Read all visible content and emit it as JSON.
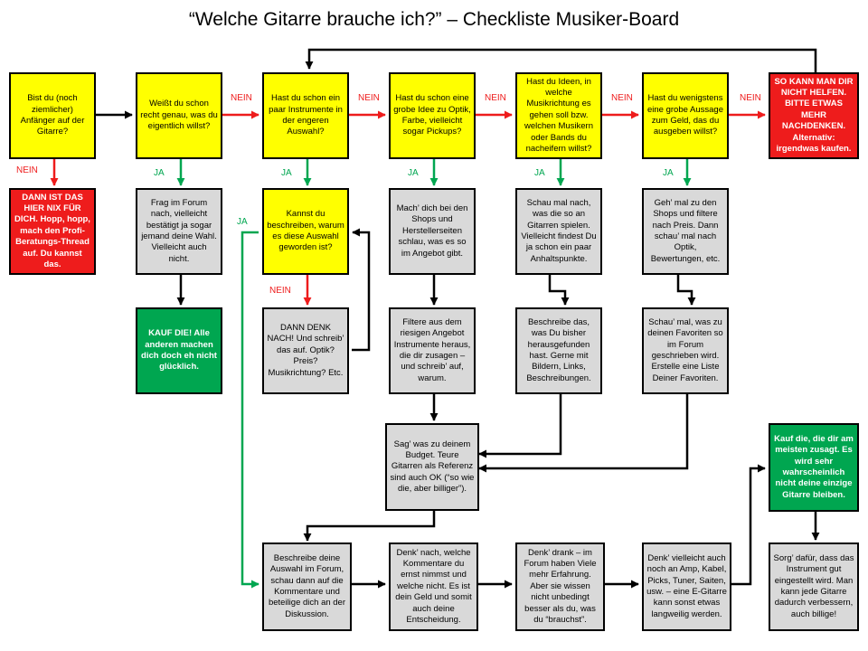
{
  "title": "“Welche Gitarre brauche ich?” – Checkliste Musiker-Board",
  "labels": {
    "nein": "NEIN",
    "ja": "JA"
  },
  "colors": {
    "question": "#ffff00",
    "info": "#d9d9d9",
    "stop": "#ee1c1c",
    "done": "#00a650",
    "no_arrow": "#ee1c1c",
    "yes_arrow": "#00a650"
  },
  "nodes": {
    "n1": "Bist du (noch ziemlicher) Anfänger auf der Gitarre?",
    "n2": "Weißt du schon recht genau, was du eigentlich willst?",
    "n3": "Hast du schon ein paar Instrumente in der engeren Auswahl?",
    "n4": "Hast du schon eine grobe Idee zu Optik, Farbe, vielleicht sogar Pickups?",
    "n5": "Hast du Ideen, in welche Musikrichtung es gehen soll bzw. welchen Musikern oder Bands du nacheifern willst?",
    "n6": "Hast du wenigstens eine grobe Aussage zum Geld, das du ausgeben willst?",
    "n7": "SO KANN MAN DIR NICHT HELFEN. BITTE ETWAS MEHR NACHDENKEN. Alternativ: irgendwas kaufen.",
    "r1": "DANN IST DAS HIER NIX FÜR DICH. Hopp, hopp, mach den Profi-Beratungs-Thread auf. Du kannst das.",
    "r2": "Frag im Forum nach, vielleicht bestätigt ja sogar jemand deine Wahl. Vielleicht auch nicht.",
    "r3": "Kannst du beschreiben, warum es diese Auswahl geworden ist?",
    "r4": "Mach’ dich bei den Shops und Herstellerseiten schlau, was es so im Angebot gibt.",
    "r5": "Schau mal nach, was die so an Gitarren spielen. Vielleicht findest Du ja schon ein paar Anhaltspunkte.",
    "r6": "Geh’ mal zu den Shops und filtere nach Preis. Dann schau’ mal nach Optik, Bewertungen, etc.",
    "s1": "KAUF DIE! Alle anderen machen dich doch eh nicht glücklich.",
    "s2": "DANN DENK NACH! Und schreib’ das auf. Optik? Preis? Musikrichtung? Etc.",
    "s3": "Filtere aus dem riesigen Angebot Instrumente heraus, die dir zusagen – und schreib’ auf, warum.",
    "s4": "Beschreibe das, was Du bisher herausgefunden hast. Gerne mit Bildern, Links, Beschreibungen.",
    "s5": "Schau’ mal, was zu deinen Favoriten so im Forum geschrieben wird. Erstelle eine Liste Deiner Favoriten.",
    "t1": "Sag’ was zu deinem Budget. Teure Gitarren als Referenz sind auch OK (“so wie die, aber billiger”).",
    "t2": "Kauf die, die dir am meisten zusagt. Es wird sehr wahrscheinlich nicht deine einzige Gitarre bleiben.",
    "u1": "Beschreibe deine Auswahl im Forum, schau dann auf die Kommentare und beteilige dich an der Diskussion.",
    "u2": "Denk’ nach, welche Kommentare du ernst nimmst und welche nicht. Es ist dein Geld und somit auch deine Entscheidung.",
    "u3": "Denk’ drank – im Forum haben Viele mehr Erfahrung. Aber sie wissen nicht unbedingt besser als du, was du “brauchst”.",
    "u4": "Denk’ vielleicht auch noch an Amp, Kabel, Picks, Tuner, Saiten, usw. – eine E-Gitarre kann sonst etwas langweilig werden.",
    "u5": "Sorg’ dafür, dass das Instrument gut eingestellt wird. Man kann jede Gitarre dadurch verbessern, auch billige!"
  }
}
